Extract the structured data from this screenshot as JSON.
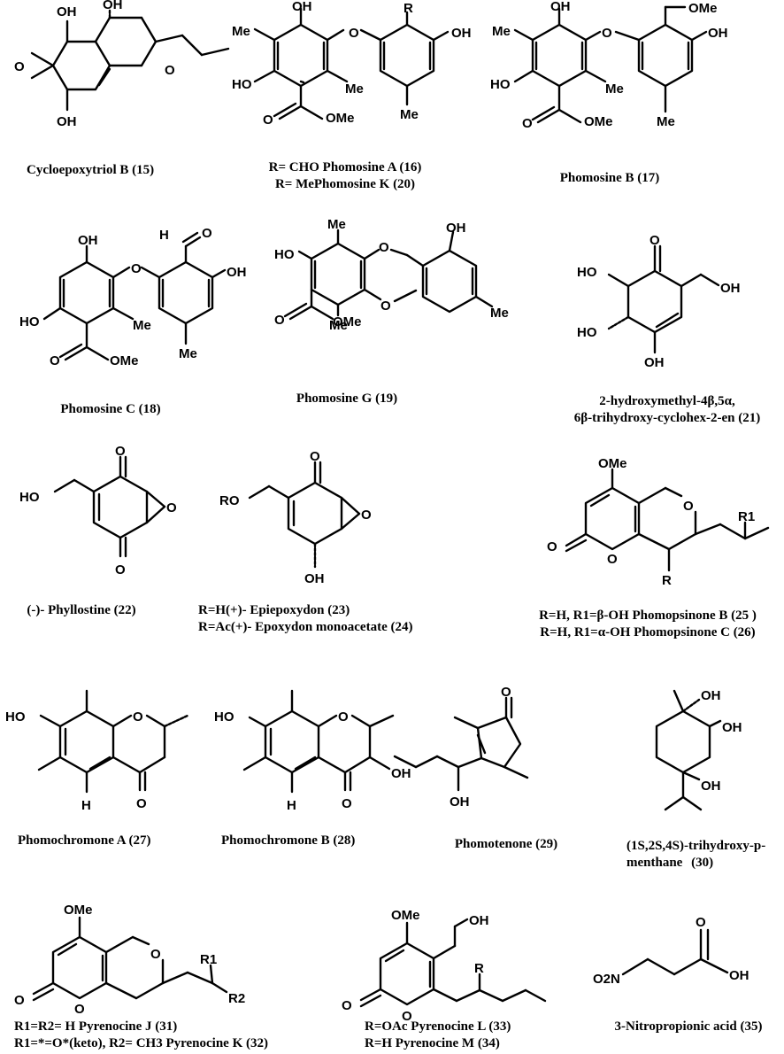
{
  "compounds": [
    {
      "id": 15,
      "name": "Cycloepoxytriol B (15)"
    },
    {
      "id": 16,
      "name": "R= CHO Phomosine A (16)"
    },
    {
      "id": 20,
      "name": "R= MePhomosine K (20)"
    },
    {
      "id": 17,
      "name": "Phomosine B (17)"
    },
    {
      "id": 18,
      "name": "Phomosine C (18)"
    },
    {
      "id": 19,
      "name": "Phomosine G (19)"
    },
    {
      "id": 21,
      "name_line1": "2-hydroxymethyl-4β,5α,",
      "name_line2": "6β-trihydroxy-cyclohex-2-en (21)"
    },
    {
      "id": 22,
      "name": "(-)- Phyllostine (22)"
    },
    {
      "id": 23,
      "name": "R=H(+)- Epiepoxydon (23)"
    },
    {
      "id": 24,
      "name": "R=Ac(+)- Epoxydon monoacetate (24)"
    },
    {
      "id": 25,
      "name": "R=H, R1=β-OH Phomopsinone B (25 )"
    },
    {
      "id": 26,
      "name": "R=H, R1=α-OH Phomopsinone C (26)"
    },
    {
      "id": 27,
      "name": "Phomochromone A (27)"
    },
    {
      "id": 28,
      "name": "Phomochromone B (28)"
    },
    {
      "id": 29,
      "name": "Phomotenone (29)"
    },
    {
      "id": 30,
      "name_line1": "(1S,2S,4S)-trihydroxy-p-",
      "name_line2": "menthane",
      "name_line3": "(30)"
    },
    {
      "id": 31,
      "name": "R1=R2= H Pyrenocine J (31)"
    },
    {
      "id": 32,
      "name": "R1=*=O*(keto), R2= CH3 Pyrenocine K (32)"
    },
    {
      "id": 33,
      "name": "R=OAc Pyrenocine L (33)"
    },
    {
      "id": 34,
      "name": "R=H Pyrenocine M (34)"
    },
    {
      "id": 35,
      "name": "3-Nitropropionic acid (35)"
    }
  ],
  "atom_labels": {
    "oh": "OH",
    "ho": "HO",
    "me": "Me",
    "ome": "OMe",
    "o": "O",
    "r": "R",
    "h": "H",
    "ro": "RO",
    "r1": "R1",
    "r2": "R2",
    "o2n": "O2N"
  }
}
